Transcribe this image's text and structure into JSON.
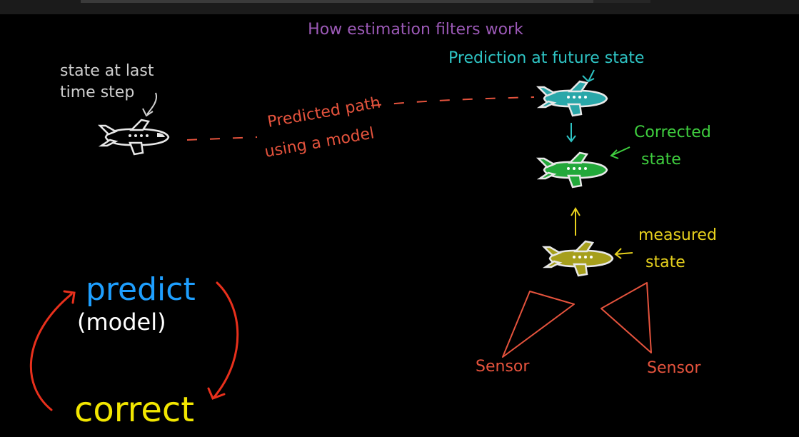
{
  "title": "How estimation filters work",
  "labels": {
    "last_state_line1": "state at last",
    "last_state_line2": "time step",
    "predicted_path_line1": "Predicted path",
    "predicted_path_line2": "using a model",
    "prediction": "Prediction at future state",
    "corrected_line1": "Corrected",
    "corrected_line2": "state",
    "measured_line1": "measured",
    "measured_line2": "state",
    "sensor_left": "Sensor",
    "sensor_right": "Sensor"
  },
  "cycle": {
    "predict": "predict",
    "model": "(model)",
    "correct": "correct"
  },
  "colors": {
    "title": "#9b59b6",
    "last_state": "#cfcfcf",
    "path": "#e5533d",
    "prediction": "#2ec4c4",
    "corrected": "#3fcf3f",
    "measured": "#e8d21d",
    "sensor": "#e5533d",
    "predict": "#1e9fff",
    "model": "#ffffff",
    "correct": "#f2e600",
    "cycle_arrow": "#e8301c"
  },
  "icons": [
    "airplane-icon-white",
    "airplane-icon-teal",
    "airplane-icon-green",
    "airplane-icon-olive"
  ]
}
